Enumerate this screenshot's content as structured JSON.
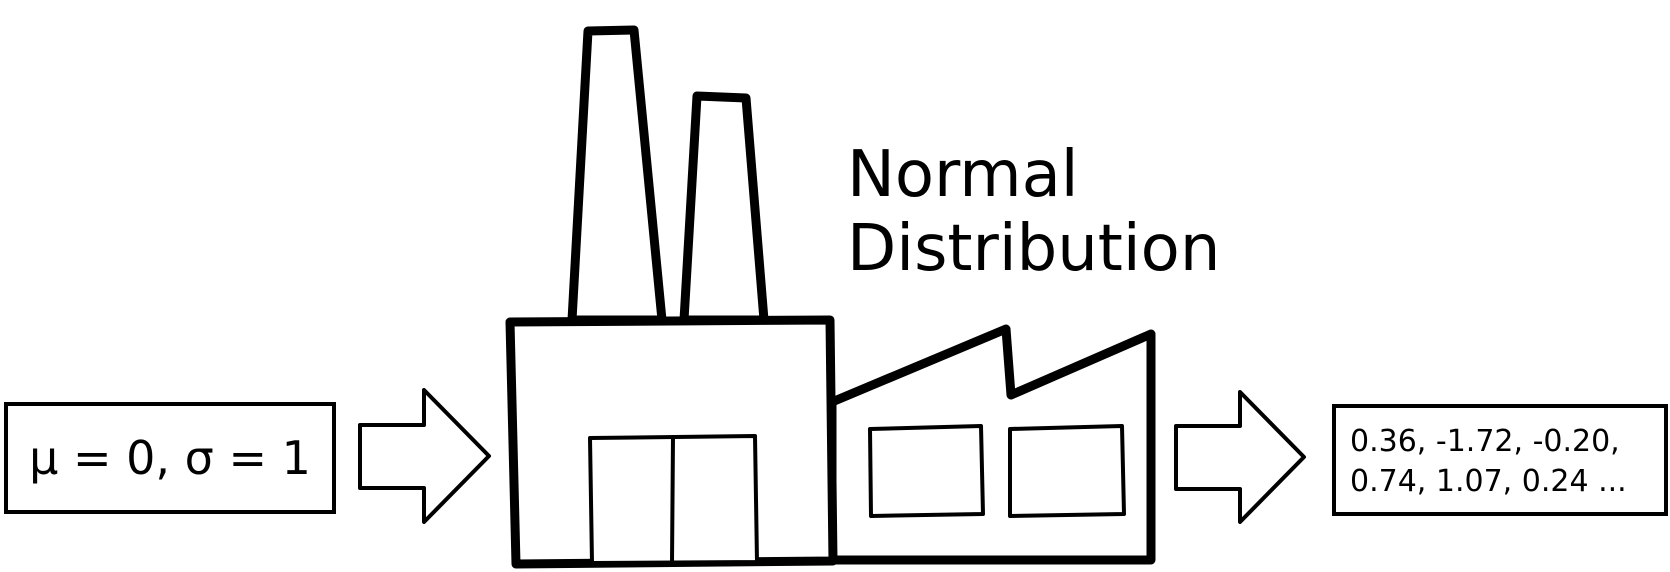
{
  "input": {
    "params": "μ = 0, σ = 1"
  },
  "factory": {
    "label_line1": "Normal",
    "label_line2": "Distribution"
  },
  "output": {
    "line1": "0.36, -1.72, -0.20,",
    "line2": "0.74, 1.07, 0.24 ..."
  },
  "icons": {
    "input_arrow": "right-arrow-icon",
    "factory": "factory-icon",
    "output_arrow": "right-arrow-icon"
  }
}
